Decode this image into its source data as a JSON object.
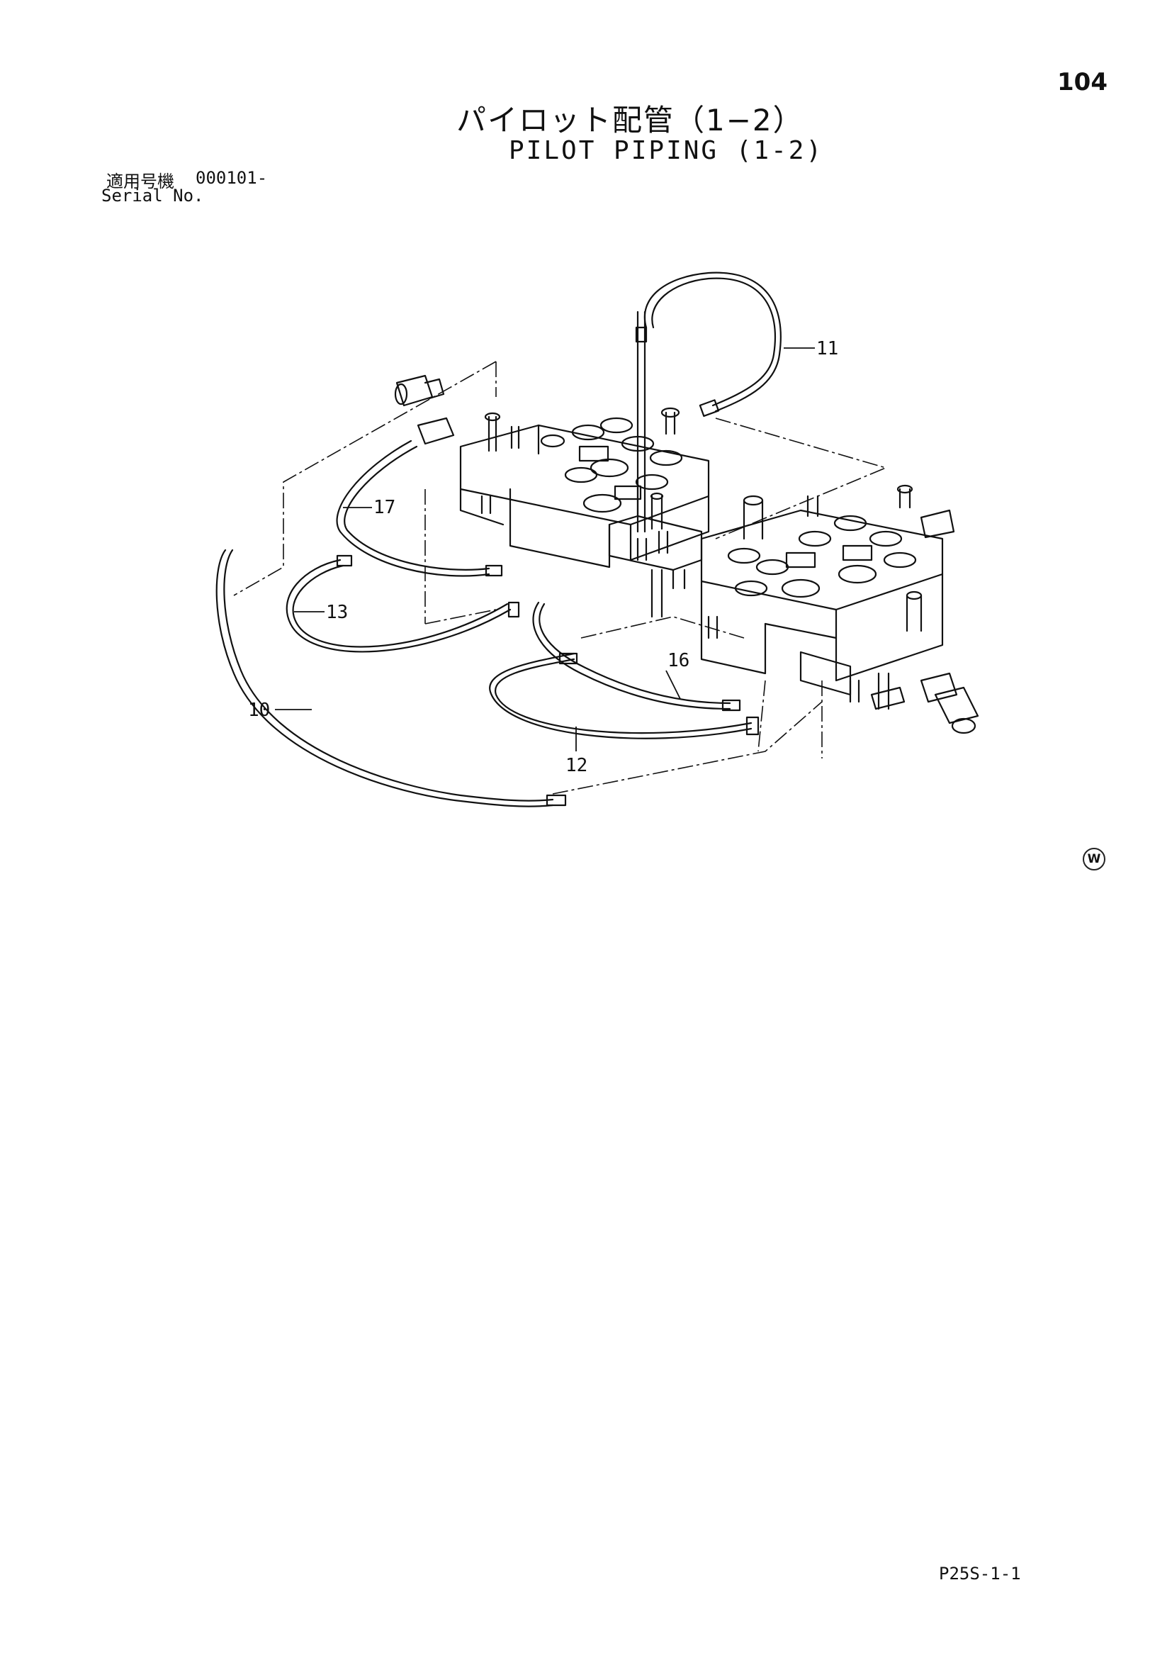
{
  "header": {
    "page_number": "104",
    "title_ja": "パイロット配管（1−2）",
    "title_en": "PILOT PIPING (1-2)"
  },
  "serial": {
    "label_ja": "適用号機",
    "range": "000101-",
    "label_en": "Serial No."
  },
  "callouts": [
    {
      "id": "c11",
      "label": "11"
    },
    {
      "id": "c17",
      "label": "17"
    },
    {
      "id": "c13",
      "label": "13"
    },
    {
      "id": "c16",
      "label": "16"
    },
    {
      "id": "c10",
      "label": "10"
    },
    {
      "id": "c12",
      "label": "12"
    }
  ],
  "footer": {
    "drawing_code": "P25S-1-1",
    "mark": "W"
  }
}
